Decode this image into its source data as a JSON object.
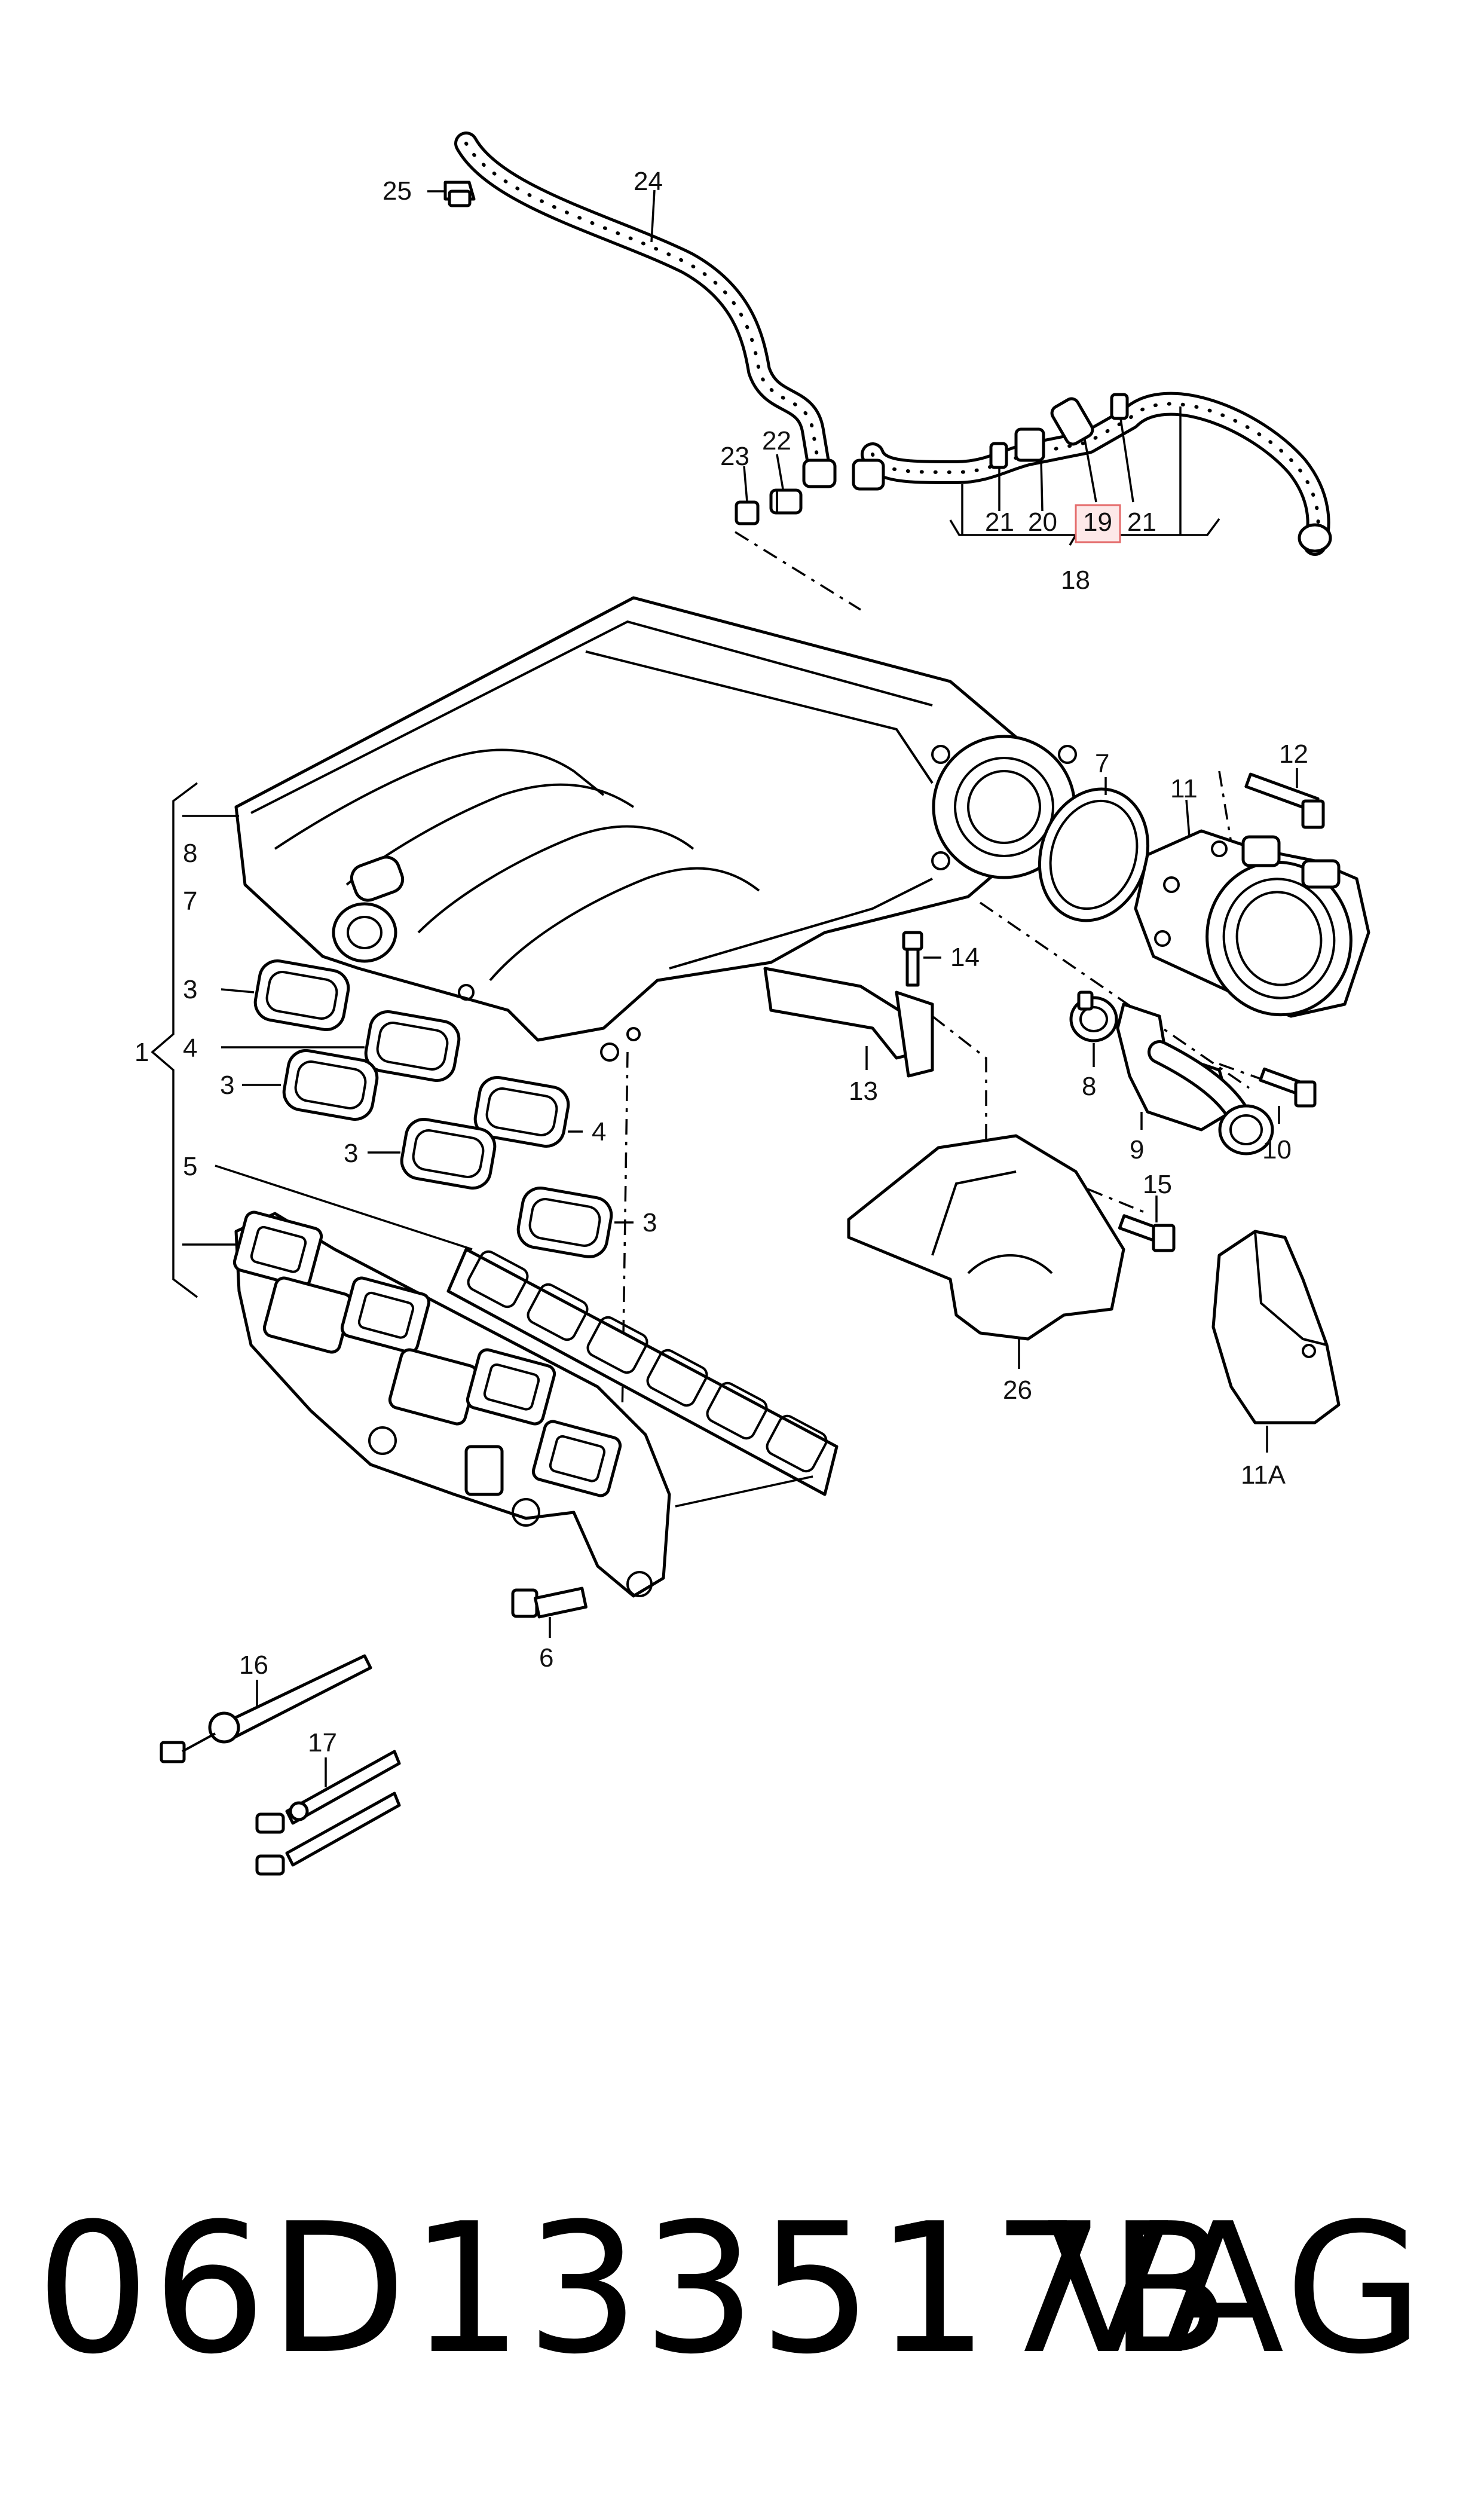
{
  "footer": {
    "part_number": "06D133517B",
    "brand": "VAG"
  },
  "highlight_color": "#e46a6a",
  "callouts": {
    "c1": "1",
    "c3a": "3",
    "c3b": "3",
    "c3c": "3",
    "c3d": "3",
    "c4a": "4",
    "c4b": "4",
    "c5": "5",
    "c6": "6",
    "c7a": "7",
    "c7b": "7",
    "c8a": "8",
    "c8b": "8",
    "c9": "9",
    "c10": "10",
    "c11": "11",
    "c11a": "11A",
    "c12": "12",
    "c13": "13",
    "c14": "14",
    "c15": "15",
    "c16": "16",
    "c17": "17",
    "c18": "18",
    "c19": "19",
    "c20": "20",
    "c21a": "21",
    "c21b": "21",
    "c22": "22",
    "c23": "23",
    "c24": "24",
    "c25": "25",
    "c26": "26"
  }
}
